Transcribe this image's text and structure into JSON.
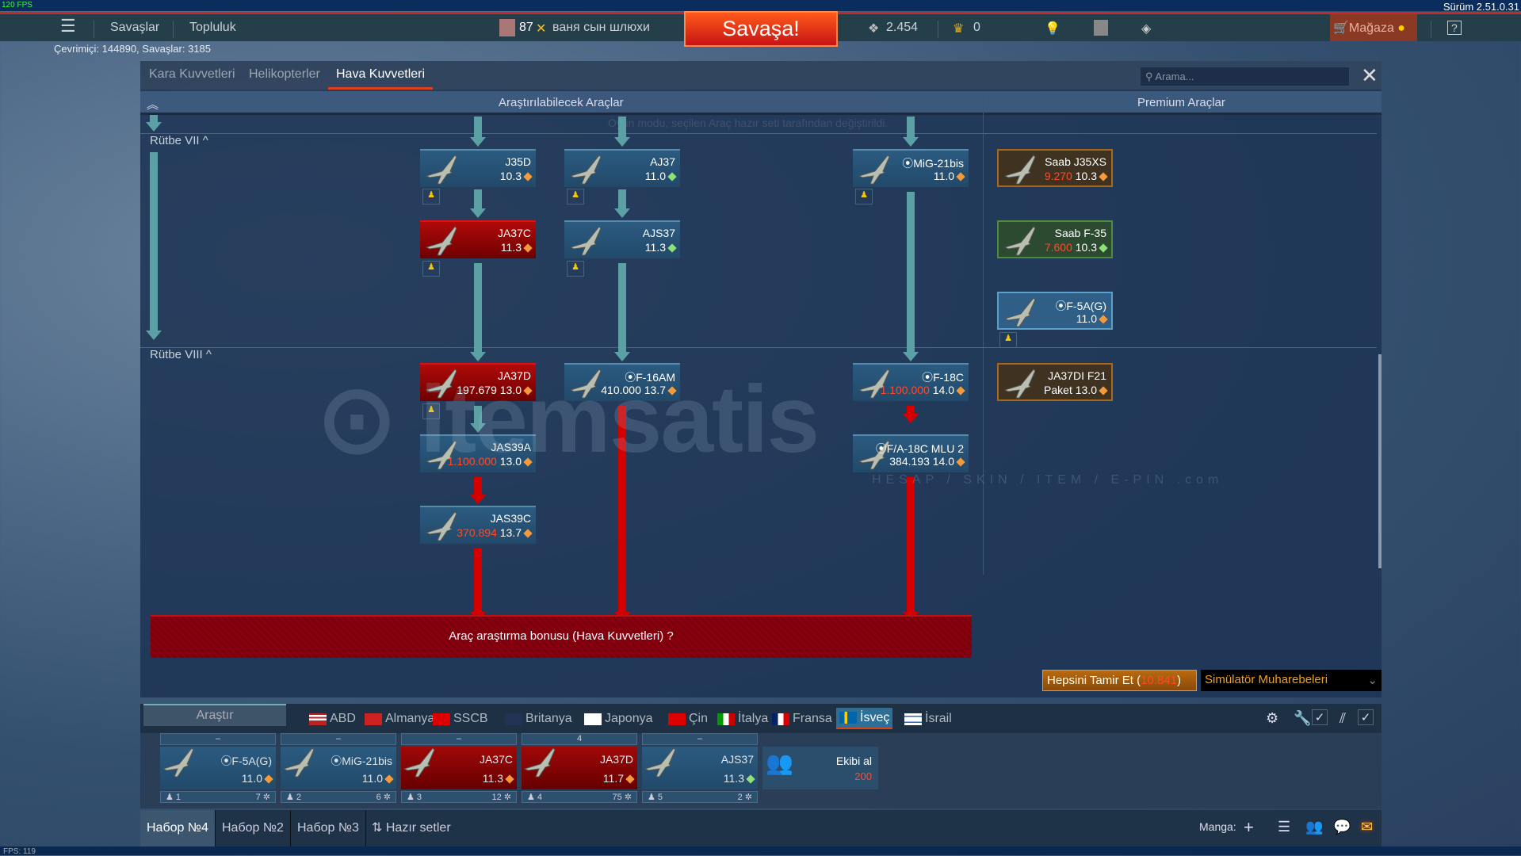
{
  "fps_top": "120 FPS",
  "version": "Sürüm 2.51.0.31",
  "topbar": {
    "menu": "Savaşlar",
    "community": "Topluluk",
    "level": "87",
    "username": "ваня сын шлюхи",
    "battle": "Savaşa!",
    "silver": "2.454",
    "gold": "0",
    "shop": "Mağaza",
    "help": "?"
  },
  "online": "Çevrimiçi: 144890, Savaşlar: 3185",
  "tabs": [
    "Kara Kuvvetleri",
    "Helikopterler",
    "Hava Kuvvetleri"
  ],
  "search_placeholder": "Arama...",
  "header": {
    "researchable": "Araştırılabilecek Araçlar",
    "premium": "Premium Araçlar",
    "notice": "Oyun modu, seçilen Araç hazır seti tarafından değiştirildi."
  },
  "ranks": [
    "Rütbe VII",
    "Rütbe VIII"
  ],
  "tree": [
    {
      "name": "J35D",
      "cost": "",
      "br": "10.3",
      "type": "n"
    },
    {
      "name": "AJ37",
      "cost": "",
      "br": "11.0",
      "type": "n",
      "g": true
    },
    {
      "name": "⦿MiG-21bis",
      "cost": "",
      "br": "11.0",
      "type": "n"
    },
    {
      "name": "JA37C",
      "cost": "",
      "br": "11.3",
      "type": "red"
    },
    {
      "name": "AJS37",
      "cost": "",
      "br": "11.3",
      "type": "n",
      "g": true
    },
    {
      "name": "JA37D",
      "cost": "197.679",
      "br": "13.0",
      "type": "red",
      "cc": "w"
    },
    {
      "name": "⦿F-16AM",
      "cost": "410.000",
      "br": "13.7",
      "type": "n",
      "cc": "w"
    },
    {
      "name": "⦿F-18C",
      "cost": "1.100.000",
      "br": "14.0",
      "type": "n"
    },
    {
      "name": "JAS39A",
      "cost": "1.100.000",
      "br": "13.0",
      "type": "n"
    },
    {
      "name": "⦿F/A-18C MLU 2",
      "cost": "384.193",
      "br": "14.0",
      "type": "n",
      "cc": "w"
    },
    {
      "name": "JAS39C",
      "cost": "370.894",
      "br": "13.7",
      "type": "n",
      "cc": "o"
    }
  ],
  "premium": [
    {
      "name": "Saab J35XS",
      "cost": "9.270",
      "br": "10.3",
      "type": "prem"
    },
    {
      "name": "Saab F-35",
      "cost": "7.600",
      "br": "10.3",
      "type": "green",
      "g": true
    },
    {
      "name": "⦿F-5A(G)",
      "cost": "",
      "br": "11.0",
      "type": "lb"
    },
    {
      "name": "JA37DI F21",
      "cost": "Paket",
      "br": "13.0",
      "type": "prem",
      "cc": "w"
    }
  ],
  "bonus": "Araç araştırma bonusu (Hava Kuvvetleri) ?",
  "repair": {
    "label": "Hepsini Tamir Et (",
    "cost": "10.841",
    "end": ")"
  },
  "mode": "Simülatör Muharebeleri",
  "research_label": "Araştır",
  "nations": [
    "ABD",
    "Almanya",
    "SSCB",
    "Britanya",
    "Japonya",
    "Çin",
    "İtalya",
    "Fransa",
    "İsveç",
    "İsrail"
  ],
  "slots": [
    {
      "top": "–",
      "name": "⦿F-5A(G)",
      "br": "11.0",
      "crew": "1",
      "pts": "7",
      "type": "n"
    },
    {
      "top": "–",
      "name": "⦿MiG-21bis",
      "br": "11.0",
      "crew": "2",
      "pts": "6",
      "type": "n"
    },
    {
      "top": "–",
      "name": "JA37C",
      "br": "11.3",
      "crew": "3",
      "pts": "12",
      "type": "red"
    },
    {
      "top": "4",
      "name": "JA37D",
      "br": "11.7",
      "crew": "4",
      "pts": "75",
      "type": "red"
    },
    {
      "top": "–",
      "name": "AJS37",
      "br": "11.3",
      "crew": "5",
      "pts": "2",
      "type": "n",
      "g": true
    }
  ],
  "crew_buy": {
    "label": "Ekibi al",
    "cost": "200"
  },
  "sets": [
    "Набор №4",
    "Набор №2",
    "Набор №3",
    "Hazır setler"
  ],
  "squad": "Manga:",
  "fps_bottom": "FPS: 119",
  "watermark": "itemsatis HESAP / SKIN / ITEM / E-PIN .com",
  "colors": {
    "accent": "#c8282a",
    "teal": "#5aa0a4",
    "red": "#d40000"
  }
}
